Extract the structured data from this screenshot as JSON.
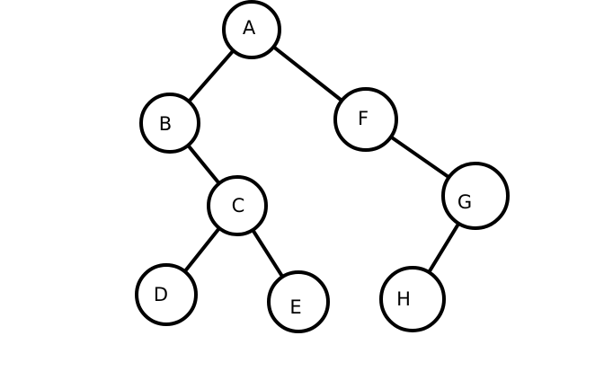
{
  "diagram": {
    "type": "binary-tree",
    "stroke_color": "#000000",
    "background": "#ffffff",
    "nodes": [
      {
        "id": "A",
        "label": "A"
      },
      {
        "id": "B",
        "label": "B"
      },
      {
        "id": "F",
        "label": "F"
      },
      {
        "id": "C",
        "label": "C"
      },
      {
        "id": "G",
        "label": "G"
      },
      {
        "id": "D",
        "label": "D"
      },
      {
        "id": "E",
        "label": "E"
      },
      {
        "id": "H",
        "label": "H"
      }
    ],
    "edges": [
      {
        "from": "A",
        "to": "B"
      },
      {
        "from": "A",
        "to": "F"
      },
      {
        "from": "B",
        "to": "C"
      },
      {
        "from": "F",
        "to": "G"
      },
      {
        "from": "C",
        "to": "D"
      },
      {
        "from": "C",
        "to": "E"
      },
      {
        "from": "G",
        "to": "H"
      }
    ]
  }
}
